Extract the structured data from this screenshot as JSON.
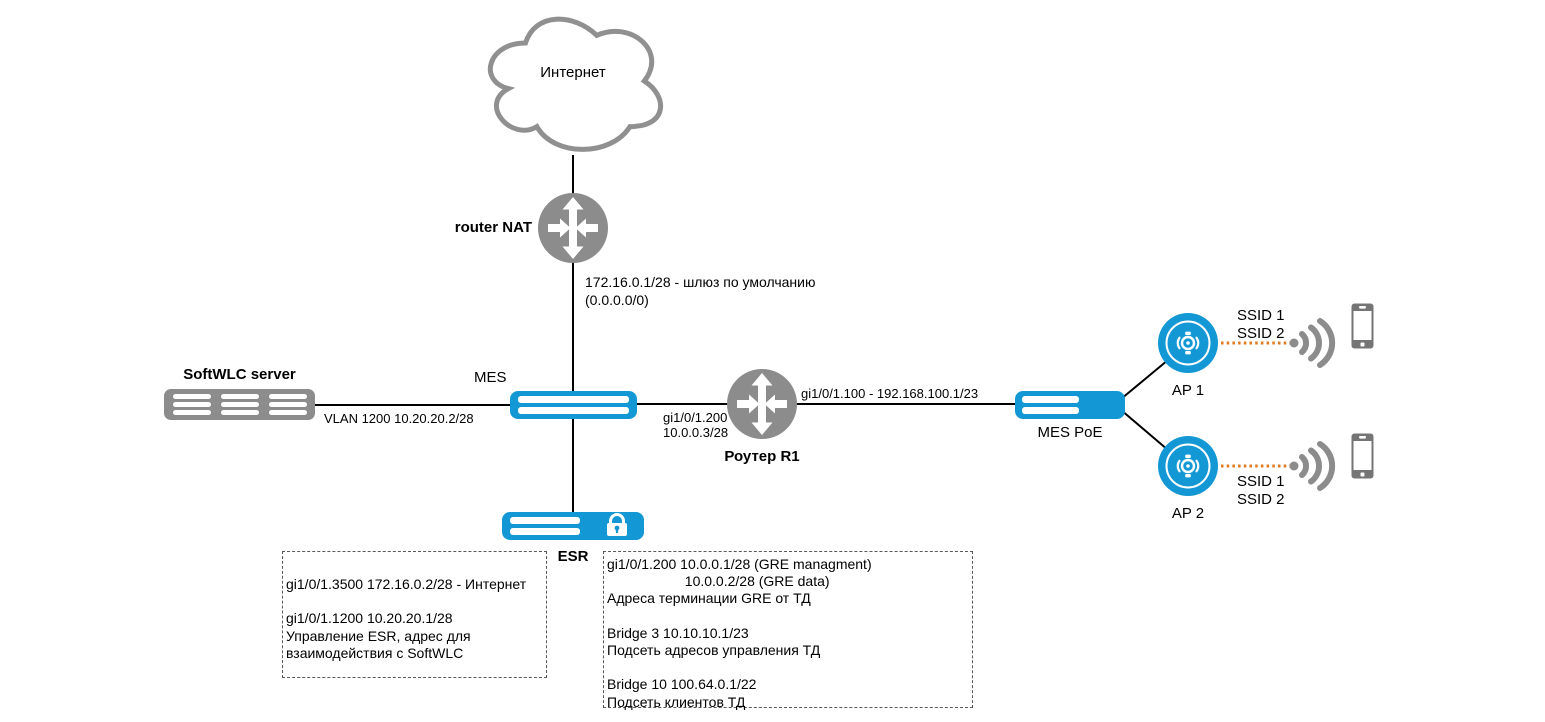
{
  "diagram": {
    "internet": {
      "label": "Интернет"
    },
    "router_nat": {
      "label": "router NAT",
      "note": "172.16.0.1/28 - шлюз по умолчанию\n(0.0.0.0/0)"
    },
    "softwlc_server": {
      "label": "SoftWLC server"
    },
    "server_mes_link": {
      "label": "VLAN 1200 10.20.20.2/28"
    },
    "mes": {
      "label": "MES"
    },
    "mes_r1_link": {
      "label": "gi1/0/1.200\n10.0.0.3/28"
    },
    "router_r1": {
      "label": "Роутер R1"
    },
    "r1_mespoe_link": {
      "label": "gi1/0/1.100 - 192.168.100.1/23"
    },
    "mes_poe": {
      "label": "MES PoE"
    },
    "ap1": {
      "label": "AP 1",
      "ssids": "SSID 1\nSSID 2"
    },
    "ap2": {
      "label": "AP 2",
      "ssids": "SSID 1\nSSID 2"
    },
    "esr": {
      "label": "ESR"
    },
    "esr_note_left": "gi1/0/1.3500 172.16.0.2/28 - Интернет\n\ngi1/0/1.1200 10.20.20.1/28\nУправление ESR, адрес для\nвзаимодействия с SoftWLC",
    "esr_note_right": "gi1/0/1.200 10.0.0.1/28 (GRE managment)\n                    10.0.0.2/28 (GRE data)\nАдреса терминации GRE от ТД\n\nBridge 3 10.10.10.1/23\nПодсеть адресов управления ТД\n\nBridge 10 100.64.0.1/22\nПодсеть клиентов ТД"
  },
  "colors": {
    "device_blue": "#1498D5",
    "device_gray": "#8C8C8C",
    "cloud_gray": "#909090",
    "wireless_orange": "#E0791F",
    "wire_black": "#000000"
  }
}
